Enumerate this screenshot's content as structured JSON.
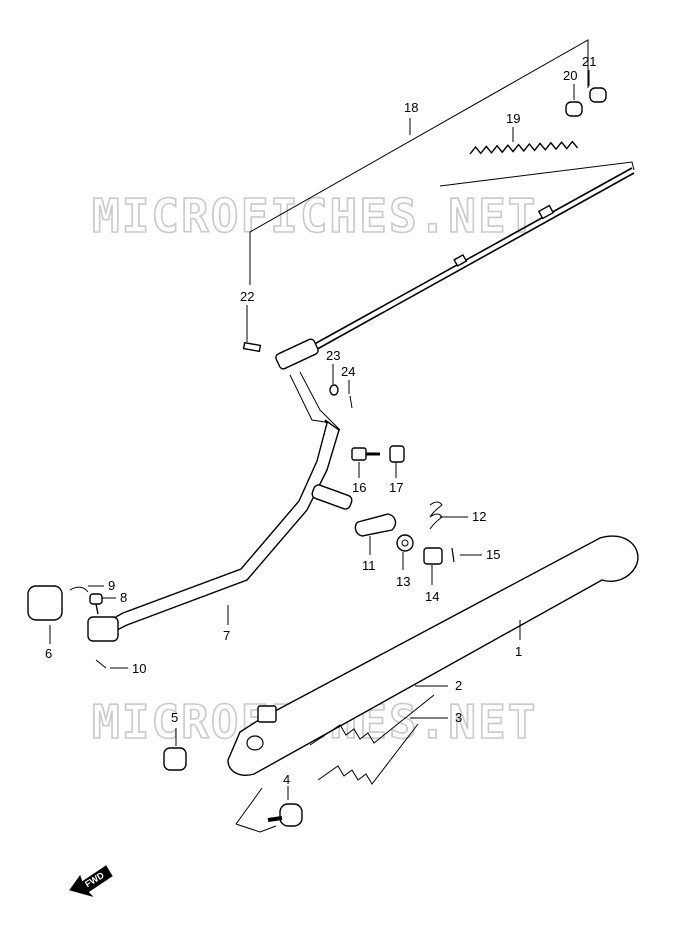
{
  "watermark": "MICROFICHES.NET",
  "fwd_label": "FWD",
  "callouts": [
    {
      "id": "1",
      "label": "1"
    },
    {
      "id": "2",
      "label": "2"
    },
    {
      "id": "3",
      "label": "3"
    },
    {
      "id": "4",
      "label": "4"
    },
    {
      "id": "5",
      "label": "5"
    },
    {
      "id": "6",
      "label": "6"
    },
    {
      "id": "7",
      "label": "7"
    },
    {
      "id": "8",
      "label": "8"
    },
    {
      "id": "9",
      "label": "9"
    },
    {
      "id": "10",
      "label": "10"
    },
    {
      "id": "11",
      "label": "11"
    },
    {
      "id": "12",
      "label": "12"
    },
    {
      "id": "13",
      "label": "13"
    },
    {
      "id": "14",
      "label": "14"
    },
    {
      "id": "15",
      "label": "15"
    },
    {
      "id": "16",
      "label": "16"
    },
    {
      "id": "17",
      "label": "17"
    },
    {
      "id": "18",
      "label": "18"
    },
    {
      "id": "19",
      "label": "19"
    },
    {
      "id": "20",
      "label": "20"
    },
    {
      "id": "21",
      "label": "21"
    },
    {
      "id": "22",
      "label": "22"
    },
    {
      "id": "23",
      "label": "23"
    },
    {
      "id": "24",
      "label": "24"
    }
  ]
}
